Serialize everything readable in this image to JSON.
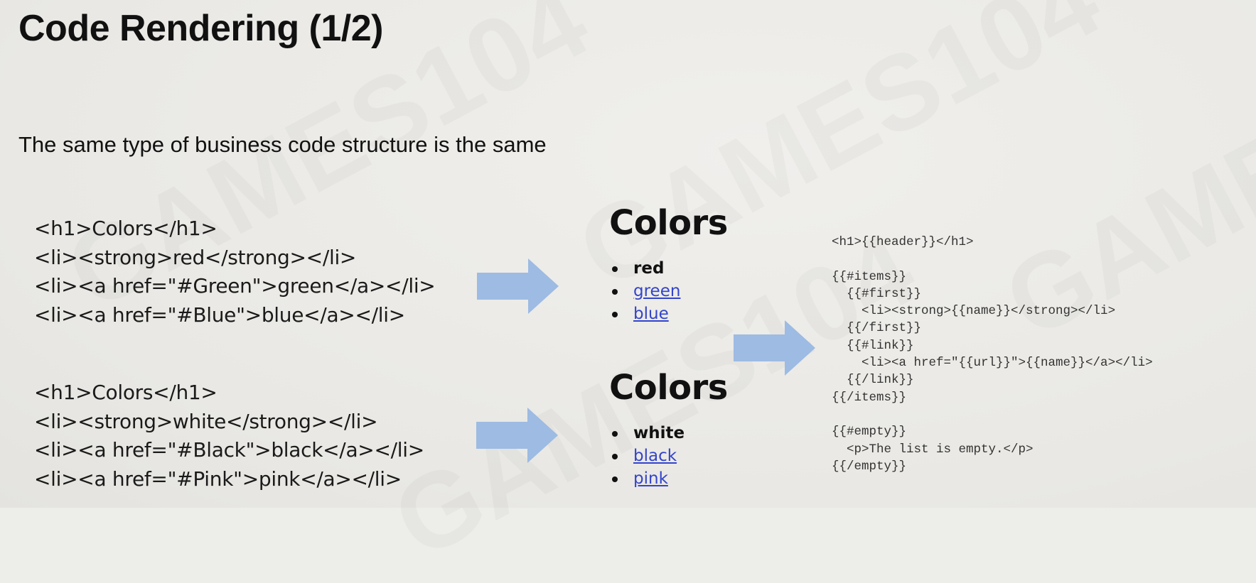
{
  "slide": {
    "title": "Code Rendering (1/2)",
    "subtitle": "The same type of business code structure is the same",
    "watermark": "GAMES104"
  },
  "code_examples": [
    {
      "lines": [
        "<h1>Colors</h1>",
        "<li><strong>red</strong></li>",
        "<li><a href=\"#Green\">green</a></li>",
        "<li><a href=\"#Blue\">blue</a></li>"
      ]
    },
    {
      "lines": [
        "<h1>Colors</h1>",
        "<li><strong>white</strong></li>",
        "<li><a href=\"#Black\">black</a></li>",
        "<li><a href=\"#Pink\">pink</a></li>"
      ]
    }
  ],
  "rendered_outputs": [
    {
      "heading": "Colors",
      "strong_item": "red",
      "link_items": [
        "green",
        "blue"
      ]
    },
    {
      "heading": "Colors",
      "strong_item": "white",
      "link_items": [
        "black",
        "pink"
      ]
    }
  ],
  "template_lines": [
    "<h1>{{header}}</h1>",
    "",
    "{{#items}}",
    "  {{#first}}",
    "    <li><strong>{{name}}</strong></li>",
    "  {{/first}}",
    "  {{#link}}",
    "    <li><a href=\"{{url}}\">{{name}}</a></li>",
    "  {{/link}}",
    "{{/items}}",
    "",
    "{{#empty}}",
    "  <p>The list is empty.</p>",
    "{{/empty}}"
  ],
  "colors": {
    "background": "#ededea",
    "arrow": "#9dbbe3",
    "link": "#3344cc",
    "text": "#111111"
  },
  "icons": [
    "right-arrow-icon"
  ]
}
